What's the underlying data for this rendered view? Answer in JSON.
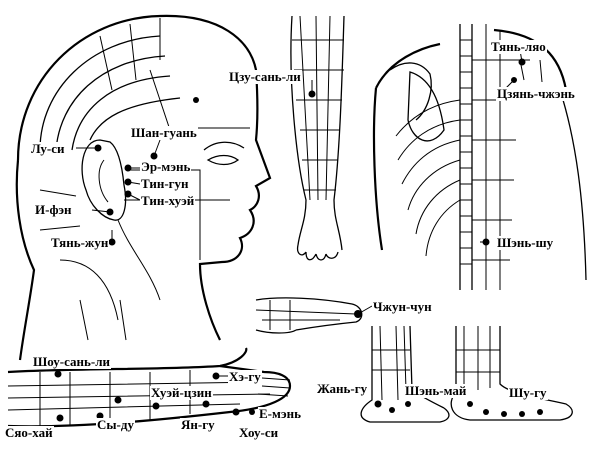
{
  "figure": {
    "labels": [
      {
        "id": "tian-liao",
        "text": "Тянь-ляо"
      },
      {
        "id": "jian-zhen",
        "text": "Цзянь-чжэнь"
      },
      {
        "id": "zu-san-li",
        "text": "Цзу-сань-ли"
      },
      {
        "id": "shang-guan",
        "text": "Шан-гуань"
      },
      {
        "id": "lu-si",
        "text": "Лу-си"
      },
      {
        "id": "er-men",
        "text": "Эр-мэнь"
      },
      {
        "id": "ting-gong",
        "text": "Тин-гун"
      },
      {
        "id": "ting-hui",
        "text": "Тин-хуэй"
      },
      {
        "id": "yi-feng",
        "text": "И-фэн"
      },
      {
        "id": "tian-rong",
        "text": "Тянь-жун"
      },
      {
        "id": "shen-shu",
        "text": "Шэнь-шу"
      },
      {
        "id": "zhong-chong",
        "text": "Чжун-чун"
      },
      {
        "id": "shou-san-li",
        "text": "Шоу-сань-ли"
      },
      {
        "id": "he-gu",
        "text": "Хэ-гу"
      },
      {
        "id": "hui-zong",
        "text": "Хуэй-цзин"
      },
      {
        "id": "ye-men",
        "text": "Е-мэнь"
      },
      {
        "id": "yang-gu",
        "text": "Ян-гу"
      },
      {
        "id": "hou-xi",
        "text": "Хоу-си"
      },
      {
        "id": "xiao-hai",
        "text": "Сяо-хай"
      },
      {
        "id": "si-du",
        "text": "Сы-ду"
      },
      {
        "id": "ran-gu",
        "text": "Жань-гу"
      },
      {
        "id": "shen-mai",
        "text": "Шэнь-май"
      },
      {
        "id": "shu-gu",
        "text": "Шу-гу"
      }
    ]
  }
}
